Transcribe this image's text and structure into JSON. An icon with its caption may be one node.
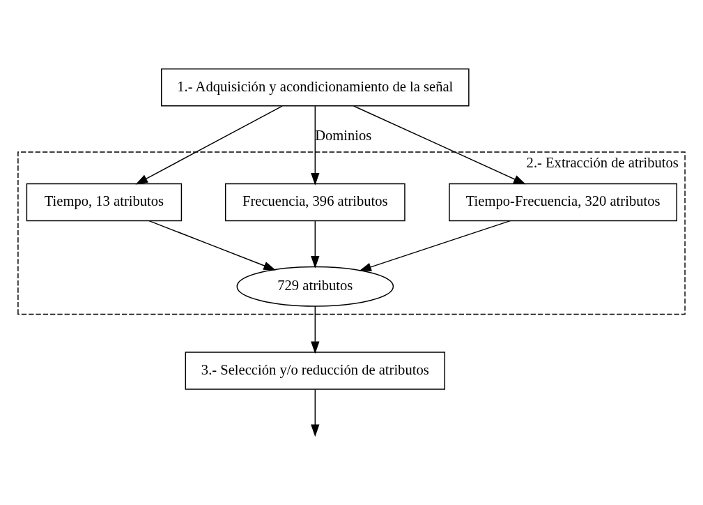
{
  "diagram": {
    "nodes": [
      {
        "text": [
          "1.- Adquisición y acondicionamiento de la señal"
        ]
      },
      {
        "text": [
          "2.- Extracción de atributos"
        ]
      },
      {
        "text": [
          "Tiempo, 13 atributos"
        ],
        "in": 1
      },
      {
        "text": [
          "Frecuencia, 396 atributos"
        ],
        "in": 1
      },
      {
        "text": [
          "Tiempo-Frecuencia, 320 atributos"
        ],
        "in": 1
      },
      {
        "text": [
          "729 atributos"
        ],
        "in": 1
      },
      {
        "text": [
          "3.- Selección y/o reducción de atributos"
        ]
      }
    ],
    "edges": [
      {
        "from": 0,
        "to": 2,
        "arrow": "to"
      },
      {
        "from": 0,
        "to": 3,
        "arrow": "to",
        "label": "Dominios"
      },
      {
        "from": 0,
        "to": 4,
        "arrow": "to"
      },
      {
        "from": 2,
        "to": 5,
        "arrow": "to"
      },
      {
        "from": 3,
        "to": 5,
        "arrow": "to"
      },
      {
        "from": 4,
        "to": 5,
        "arrow": "to"
      },
      {
        "from": 5,
        "to": 6,
        "arrow": "to"
      },
      {
        "from": 6,
        "to": null,
        "arrow": "to"
      }
    ]
  }
}
